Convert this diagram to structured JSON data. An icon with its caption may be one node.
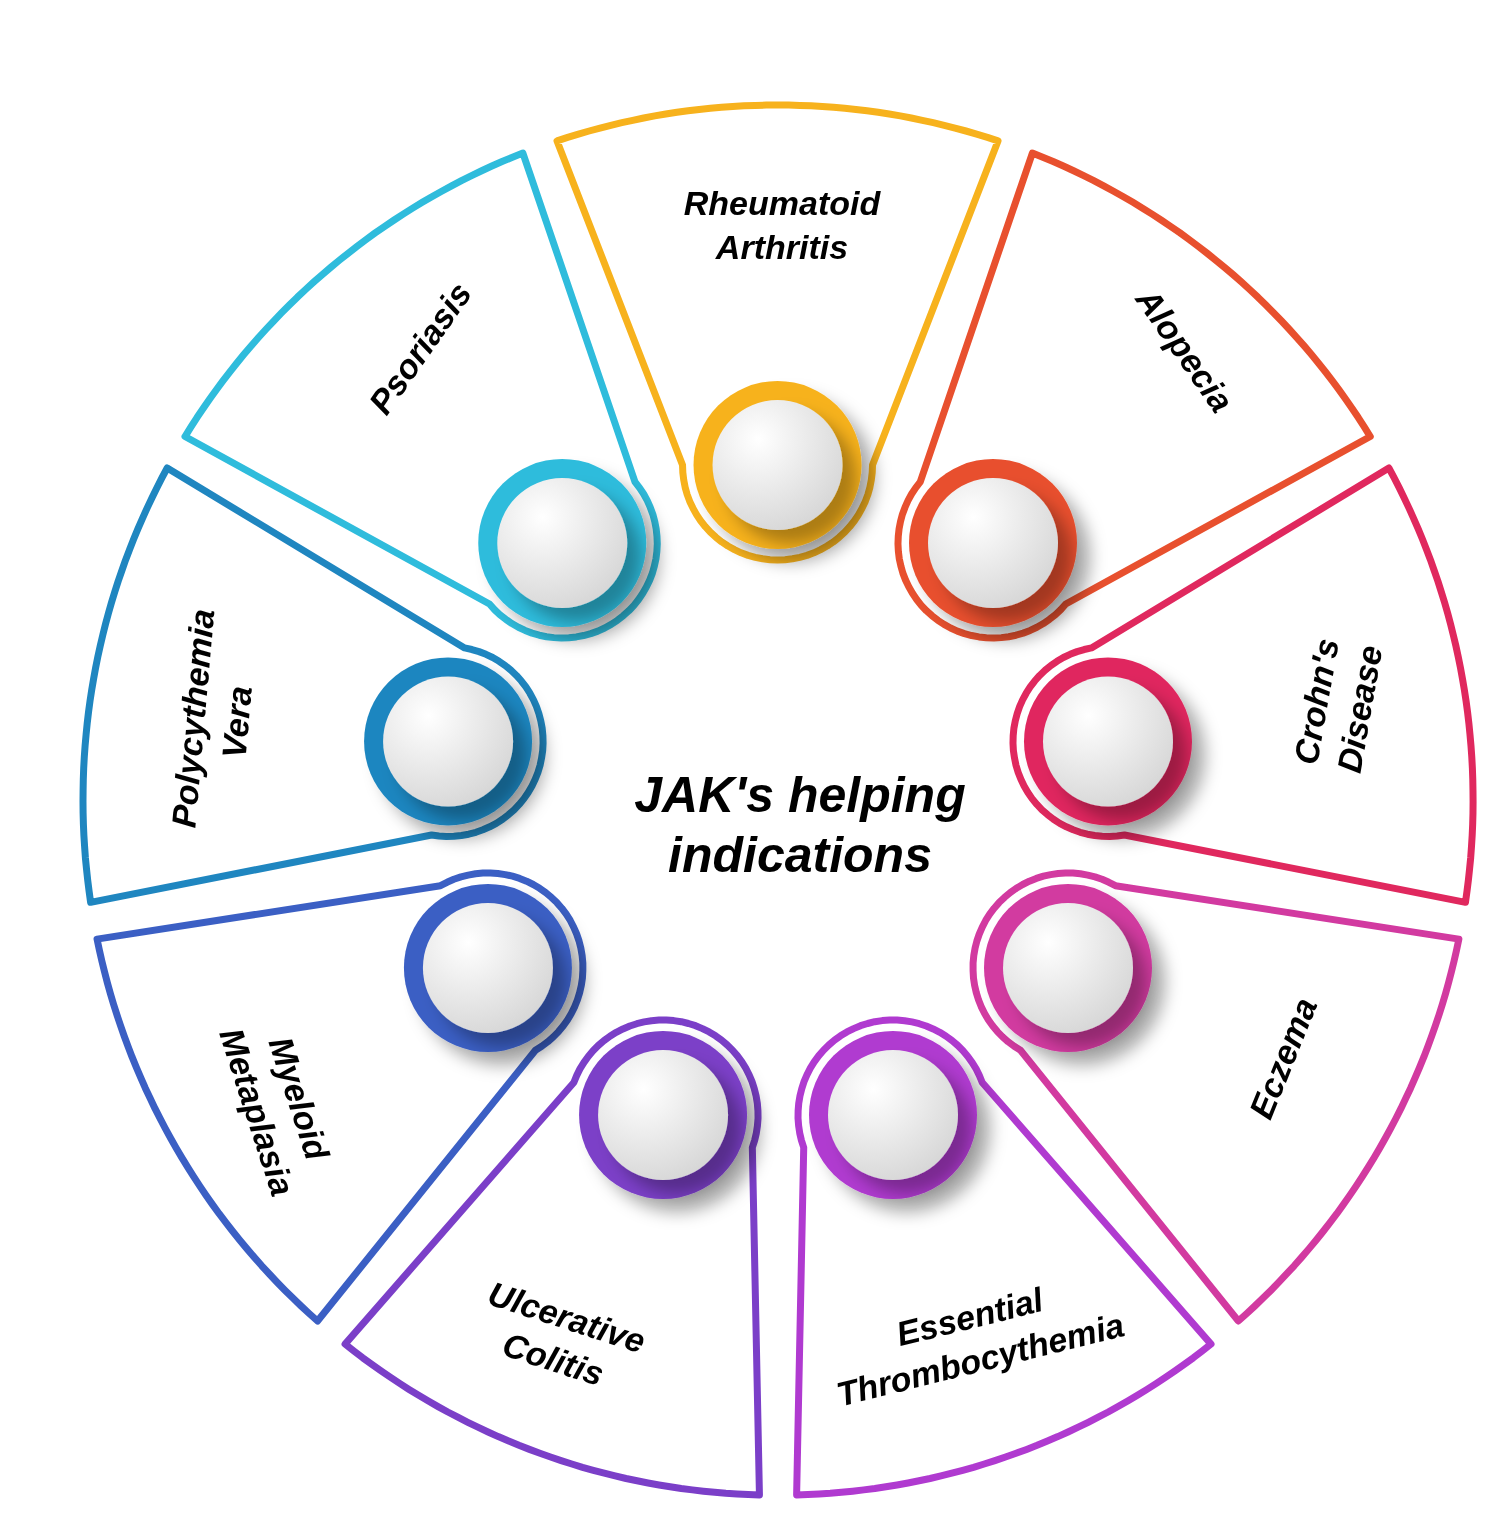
{
  "diagram": {
    "title": "JAK's helping indications",
    "nodes": [
      {
        "text": [
          "Rheumatoid Arthritis"
        ]
      },
      {
        "text": [
          "Alopecia"
        ]
      },
      {
        "text": [
          "Crohn's Disease"
        ]
      },
      {
        "text": [
          "Eczema"
        ]
      },
      {
        "text": [
          "Essential Thrombocythemia"
        ]
      },
      {
        "text": [
          "Ulcerative Colitis"
        ]
      },
      {
        "text": [
          "Myeloid Metaplasia"
        ]
      },
      {
        "text": [
          "Polycythemia Vera"
        ]
      },
      {
        "text": [
          "Psoriasis"
        ]
      }
    ]
  }
}
